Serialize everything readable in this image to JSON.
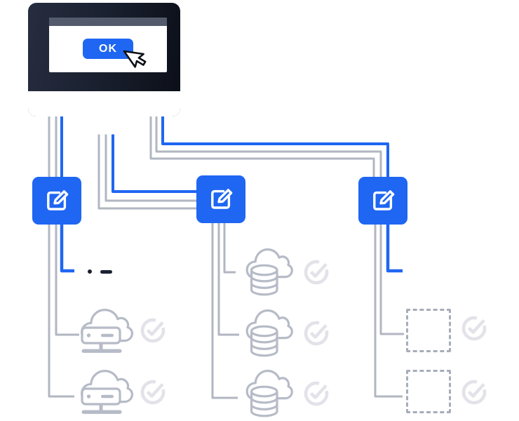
{
  "colors": {
    "background": "#ffffff",
    "accent_blue": "#1f66f2",
    "monitor_dark": "#1a2130",
    "titlebar_gray": "#535a6b",
    "line_gray": "#b1b6c2",
    "icon_gray": "#b6bbc7",
    "check_gray": "#e4e2e9",
    "dashed_gray": "#a7adb8",
    "device_detail_dark": "#1a2130",
    "white": "#ffffff"
  },
  "monitor": {
    "ok_label": "OK",
    "cursor": "arrow-cursor-icon"
  },
  "edit_boxes": [
    {
      "id": "edit-box-1",
      "icon": "edit-pencil-square-icon"
    },
    {
      "id": "edit-box-2",
      "icon": "edit-pencil-square-icon"
    },
    {
      "id": "edit-box-3",
      "icon": "edit-pencil-square-icon"
    }
  ],
  "columns": {
    "left": {
      "items": [
        {
          "type": "device-bar",
          "icon": "server-bar-icon",
          "checked": false
        },
        {
          "type": "cloud-server",
          "icon": "cloud-server-icon",
          "checked": true
        },
        {
          "type": "cloud-server",
          "icon": "cloud-server-icon",
          "checked": true
        }
      ]
    },
    "middle": {
      "items": [
        {
          "type": "cloud-database",
          "icon": "cloud-database-icon",
          "checked": true
        },
        {
          "type": "cloud-database",
          "icon": "cloud-database-icon",
          "checked": true
        },
        {
          "type": "cloud-database",
          "icon": "cloud-database-icon",
          "checked": true
        }
      ]
    },
    "right": {
      "items": [
        {
          "type": "placeholder",
          "icon": "dashed-box",
          "checked": true
        },
        {
          "type": "placeholder",
          "icon": "dashed-box",
          "checked": true
        }
      ]
    }
  }
}
